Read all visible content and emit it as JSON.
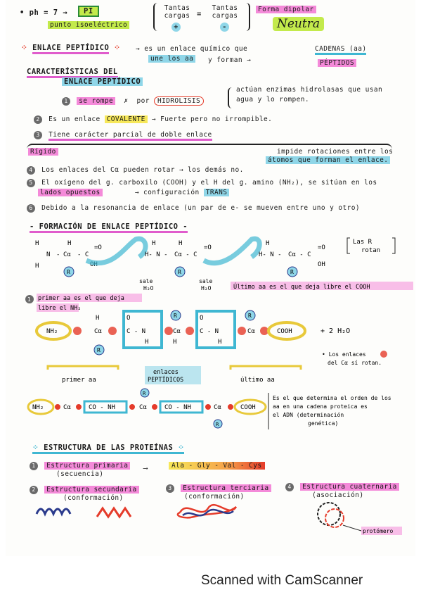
{
  "header": {
    "ph": "• ph = 7 →",
    "pi_badge": "PI",
    "punto": "punto isoeléctrico",
    "cargas_pos": "Tantas cargas",
    "plus": "+",
    "equals": "=",
    "cargas_neg": "Tantas cargas",
    "minus": "-",
    "forma_dipolar": "Forma dipolar",
    "neutra": "Neutra"
  },
  "enlace_def": {
    "title": "ENLACE PEPTÍDICO",
    "line1": "→ es un enlace químico que",
    "line2": "une los aa",
    "line3": "y forman →",
    "cadenas": "CADENAS (aa)",
    "peptidos": "PÉPTIDOS"
  },
  "caracteristicas": {
    "title1": "CARACTERÍSTICAS DEL",
    "title2": "ENLACE PEPTÍDICO",
    "c1_a": "se rompe",
    "c1_b": "por",
    "c1_hidro": "HIDROLISIS",
    "c1_note1": "actúan enzimas hidrolasas que usan",
    "c1_note2": "agua y lo rompen.",
    "c2": "Es un enlace",
    "c2_cov": "COVALENTE",
    "c2_rest": "→ Fuerte pero no irrompible.",
    "c3": "Tiene carácter parcial de doble enlace",
    "c3_rigido": "Rígido",
    "c3_impide1": "impide rotaciones entre los",
    "c3_impide2": "átomos que forman el enlace.",
    "c4": "Los enlaces del Cα pueden rotar → los demás no.",
    "c5_a": "El oxígeno del g. carboxilo (COOH) y el H del g. amino (NH₂), se sitúan en los",
    "c5_b": "lados opuestos",
    "c5_c": "→ configuración",
    "c5_trans": "TRANS",
    "c6": "Debido a la resonancia de enlace (un par de e- se mueven entre uno y otro)"
  },
  "formacion": {
    "title": "- FORMACIÓN DE ENLACE PEPTÍDICO -",
    "las_r": "Las R",
    "rotan": "rotan",
    "sale": "sale",
    "h2o": "H₂O",
    "ultimo_note": "Último aa es el que deja libre el COOH",
    "primer_note1": "primer aa es el que deja",
    "primer_note2": "libre el NH₂",
    "nh2": "NH₂",
    "cooh": "COOH",
    "plus_water": "+ 2 H₂O",
    "rotan_note1": "• Los enlaces",
    "rotan_note2": "del Cα sí rotan.",
    "primer_aa": "primer aa",
    "enlaces_pep1": "enlaces",
    "enlaces_pep2": "PEPTÍDICOS",
    "ultimo_aa": "último aa",
    "chain_co_nh": "CO - NH",
    "orden1": "Es el que determina el orden de los",
    "orden2": "aa en una cadena proteica es",
    "orden3": "el ADN (determinación",
    "orden4": "genética)"
  },
  "estructura": {
    "title": "ESTRUCTURA DE LAS PROTEÍNAS",
    "e1": "Estructura primaria",
    "e1_sub": "(secuencia)",
    "e1_seq": "Ala - Gly - Val - Cys",
    "e2": "Estructura secundaria",
    "e2_sub": "(conformación)",
    "e3": "Estructura terciaria",
    "e3_sub": "(conformación)",
    "e4": "Estructura cuaternaria",
    "e4_sub": "(asociación)",
    "protomero": "protómero"
  },
  "footer": "Scanned with CamScanner",
  "colors": {
    "pink": "#f48ad9",
    "blue": "#8fd6e8",
    "green": "#c3ea4c",
    "yellow": "#f7e85a",
    "orange": "#f5a24a",
    "red": "#e53b2a",
    "navy": "#2a3a8c"
  }
}
